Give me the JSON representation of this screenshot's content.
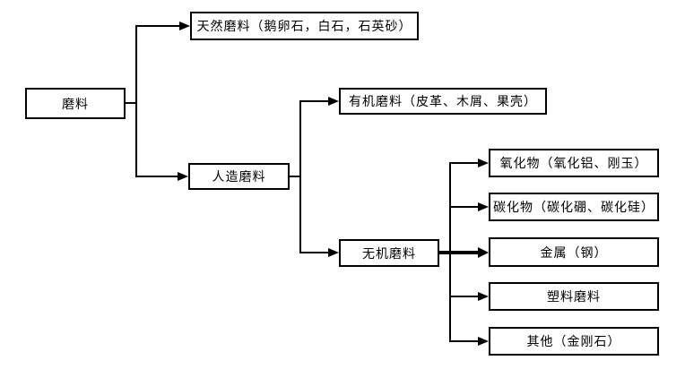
{
  "diagram": {
    "type": "tree-flowchart",
    "direction": "left-to-right",
    "colors": {
      "background": "#ffffff",
      "line": "#000000",
      "box_border": "#000000",
      "text": "#000000"
    },
    "nodes": {
      "root": {
        "label": "磨料"
      },
      "natural": {
        "label": "天然磨料（鹅卵石，白石，石英砂）"
      },
      "artificial": {
        "label": "人造磨料"
      },
      "organic": {
        "label": "有机磨料（皮革、木屑、果壳）"
      },
      "inorganic": {
        "label": "无机磨料"
      },
      "oxides": {
        "label": "氧化物（氧化铝、刚玉）"
      },
      "carbides": {
        "label": "碳化物（碳化硼、碳化硅）"
      },
      "metal": {
        "label": "金属（钢）"
      },
      "plastic": {
        "label": "塑料磨料"
      },
      "other": {
        "label": "其他（金刚石）"
      }
    },
    "edges": [
      [
        "root",
        "natural"
      ],
      [
        "root",
        "artificial"
      ],
      [
        "artificial",
        "organic"
      ],
      [
        "artificial",
        "inorganic"
      ],
      [
        "inorganic",
        "oxides"
      ],
      [
        "inorganic",
        "carbides"
      ],
      [
        "inorganic",
        "metal"
      ],
      [
        "inorganic",
        "plastic"
      ],
      [
        "inorganic",
        "other"
      ]
    ]
  }
}
